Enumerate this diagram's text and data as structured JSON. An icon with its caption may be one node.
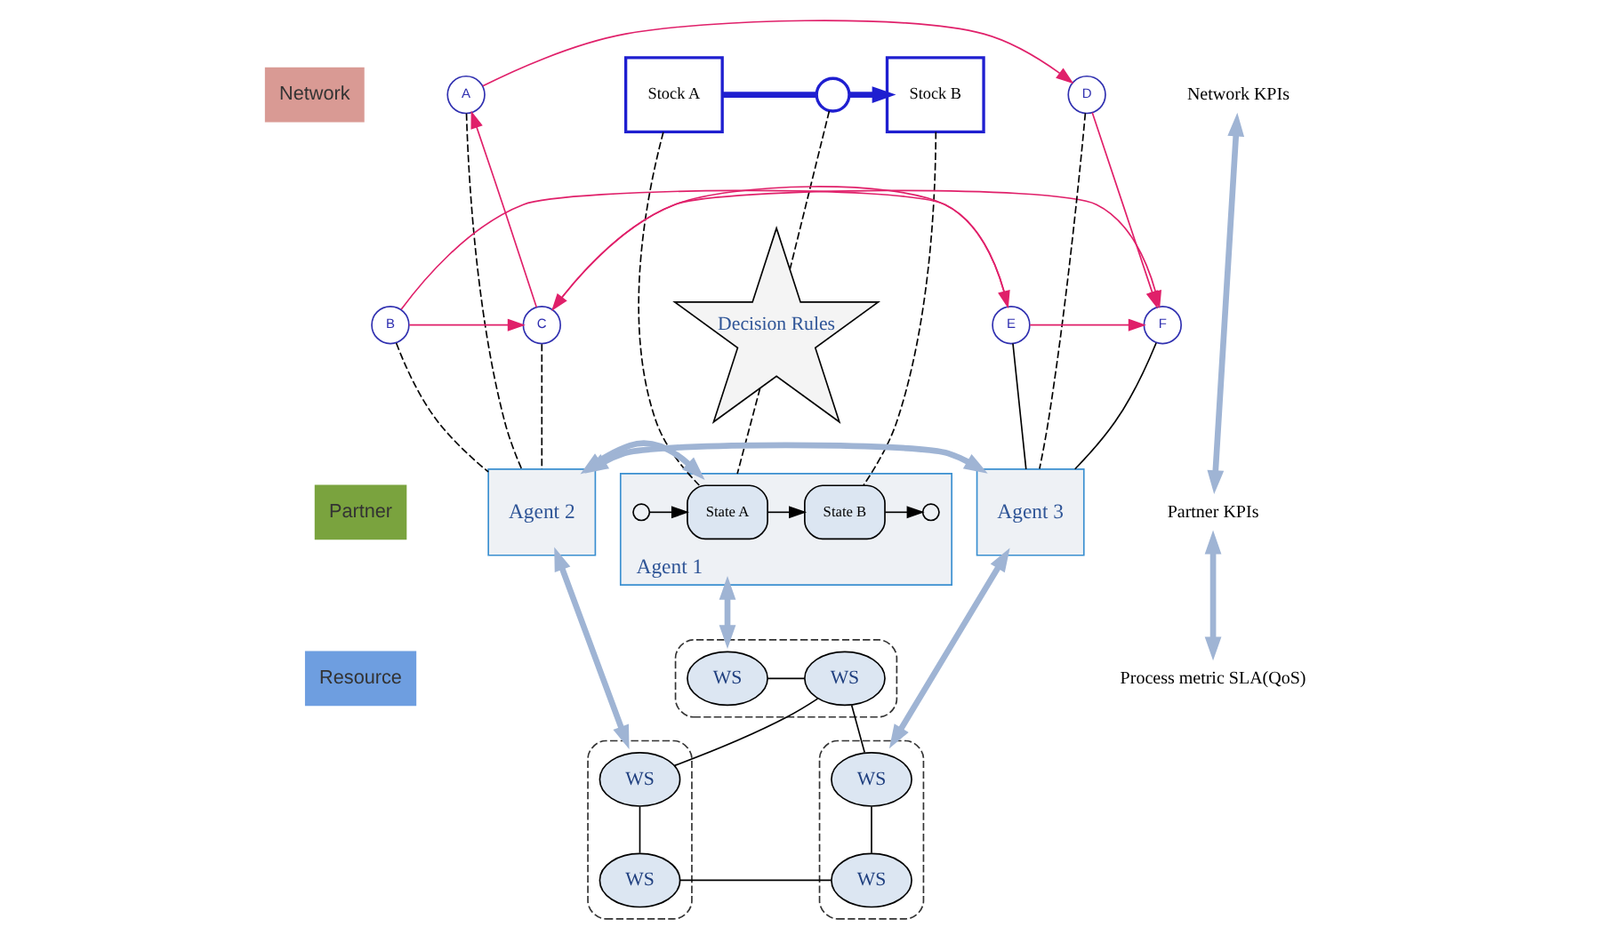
{
  "diagram": {
    "nodes": [
      {
        "text": [
          "Network"
        ]
      },
      {
        "text": [
          "Partner"
        ]
      },
      {
        "text": [
          "Resource"
        ]
      },
      {
        "text": [
          "Stock A"
        ]
      },
      {
        "text": [],
        "shape": "circle"
      },
      {
        "text": [
          "Stock B"
        ]
      },
      {
        "text": [
          "Decision Rules"
        ]
      },
      {
        "text": [
          "A"
        ]
      },
      {
        "text": [
          "B"
        ]
      },
      {
        "text": [
          "C"
        ]
      },
      {
        "text": [
          "D"
        ]
      },
      {
        "text": [
          "E"
        ]
      },
      {
        "text": [
          "F"
        ]
      },
      {
        "text": [
          "Agent 1"
        ]
      },
      {
        "text": [],
        "shape": "circle",
        "in": 13
      },
      {
        "text": [
          "State A"
        ],
        "in": 13
      },
      {
        "text": [
          "State B"
        ],
        "in": 13
      },
      {
        "text": [],
        "shape": "circle",
        "in": 13
      },
      {
        "text": [
          "Agent 2"
        ]
      },
      {
        "text": [
          "Agent 3"
        ]
      },
      {
        "text": [],
        "shape": "ellipse"
      },
      {
        "text": [
          "WS"
        ],
        "in": 20
      },
      {
        "text": [
          "WS"
        ],
        "in": 20
      },
      {
        "text": [],
        "shape": "ellipse"
      },
      {
        "text": [
          "WS"
        ],
        "in": 23
      },
      {
        "text": [
          "WS"
        ],
        "in": 23
      },
      {
        "text": [],
        "shape": "ellipse"
      },
      {
        "text": [
          "WS"
        ],
        "in": 26
      },
      {
        "text": [
          "WS"
        ],
        "in": 26
      },
      {
        "text": [
          "Network KPIs"
        ]
      },
      {
        "text": [
          "Partner KPIs"
        ]
      },
      {
        "text": [
          "Process metric SLA(QoS)"
        ]
      }
    ],
    "edges": [
      {
        "from": 3,
        "to": 4,
        "arrow": "none",
        "style": "thick",
        "color": "#1f1fd0"
      },
      {
        "from": 4,
        "to": 5,
        "arrow": "to",
        "style": "thick",
        "color": "#1f1fd0"
      },
      {
        "from": 7,
        "to": 10,
        "arrow": "to",
        "color": "#e0206a"
      },
      {
        "from": 9,
        "to": 7,
        "arrow": "to",
        "color": "#e0206a"
      },
      {
        "from": 8,
        "to": 9,
        "arrow": "to",
        "color": "#e0206a"
      },
      {
        "from": 8,
        "to": 11,
        "arrow": "to",
        "color": "#e0206a"
      },
      {
        "from": 9,
        "to": 12,
        "arrow": "to",
        "color": "#e0206a"
      },
      {
        "from": 10,
        "to": 12,
        "arrow": "to",
        "color": "#e0206a"
      },
      {
        "from": 11,
        "to": 12,
        "arrow": "to",
        "color": "#e0206a"
      },
      {
        "from": 11,
        "to": 9,
        "arrow": "to",
        "color": "#e0206a"
      },
      {
        "from": 14,
        "to": 15,
        "arrow": "to"
      },
      {
        "from": 15,
        "to": 16,
        "arrow": "to"
      },
      {
        "from": 16,
        "to": 17,
        "arrow": "to"
      },
      {
        "from": 3,
        "to": 15,
        "arrow": "none",
        "style": "dashed"
      },
      {
        "from": 5,
        "to": 16,
        "arrow": "none",
        "style": "dashed"
      },
      {
        "from": 4,
        "to": 6,
        "arrow": "none",
        "style": "dashed"
      },
      {
        "from": 6,
        "to": 13,
        "arrow": "none",
        "style": "dashed"
      },
      {
        "from": 7,
        "to": 18,
        "arrow": "none",
        "style": "dashed"
      },
      {
        "from": 8,
        "to": 18,
        "arrow": "none",
        "style": "dashed"
      },
      {
        "from": 9,
        "to": 18,
        "arrow": "none",
        "style": "dashed"
      },
      {
        "from": 10,
        "to": 19,
        "arrow": "none",
        "style": "dashed"
      },
      {
        "from": 11,
        "to": 19,
        "arrow": "none"
      },
      {
        "from": 12,
        "to": 19,
        "arrow": "none"
      },
      {
        "from": 13,
        "to": 18,
        "arrow": "both",
        "style": "thick",
        "color": "#9fb4d4"
      },
      {
        "from": 18,
        "to": 19,
        "arrow": "both",
        "style": "thick",
        "color": "#9fb4d4"
      },
      {
        "from": 13,
        "to": 20,
        "arrow": "both",
        "style": "thick",
        "color": "#9fb4d4"
      },
      {
        "from": 18,
        "to": 23,
        "arrow": "both",
        "style": "thick",
        "color": "#9fb4d4"
      },
      {
        "from": 19,
        "to": 26,
        "arrow": "both",
        "style": "thick",
        "color": "#9fb4d4"
      },
      {
        "from": 21,
        "to": 22,
        "arrow": "none"
      },
      {
        "from": 22,
        "to": 24,
        "arrow": "none"
      },
      {
        "from": 22,
        "to": 27,
        "arrow": "none"
      },
      {
        "from": 24,
        "to": 25,
        "arrow": "none"
      },
      {
        "from": 25,
        "to": 28,
        "arrow": "none"
      },
      {
        "from": 27,
        "to": 28,
        "arrow": "none"
      },
      {
        "from": 29,
        "to": 30,
        "arrow": "both",
        "style": "thick",
        "color": "#9fb4d4"
      },
      {
        "from": 30,
        "to": 31,
        "arrow": "both",
        "style": "thick",
        "color": "#9fb4d4"
      }
    ]
  }
}
